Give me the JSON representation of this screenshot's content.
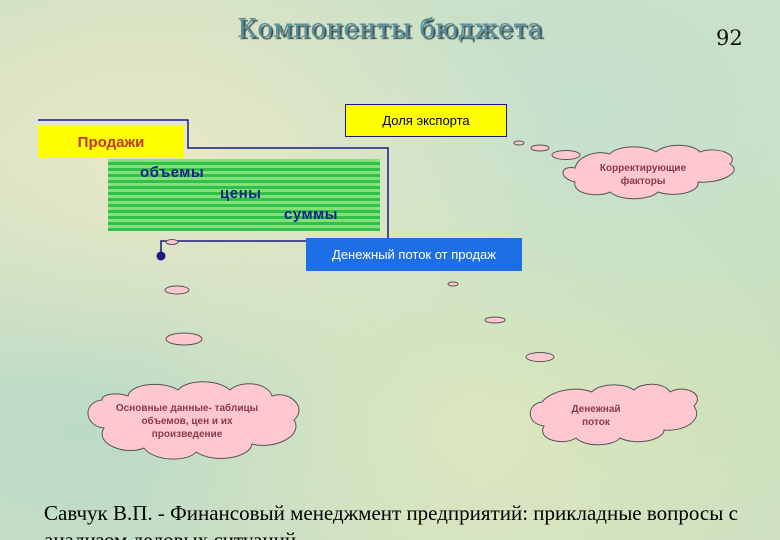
{
  "title": "Компоненты бюджета",
  "page_number": "92",
  "diagram": {
    "sales_label": "Продажи",
    "export_share_label": "Доля экспорта",
    "cash_flow_label": "Денежный поток от продаж",
    "striped_lines": [
      "объемы",
      "цены",
      "суммы"
    ],
    "clouds": {
      "correcting_factors": "Корректирующие факторы",
      "basic_data": "Основные данные- таблицы объемов, цен и их произведение",
      "cash_flow": "Денежнай поток"
    }
  },
  "colors": {
    "title": "#5a8f9c",
    "yellow_box": "#ffff00",
    "blue_box": "#1e6ee6",
    "cloud_fill": "#ffc8d0",
    "cloud_stroke": "#555555",
    "line_color": "#1a1a80"
  },
  "footer": "Савчук В.П. - Финансовый менеджмент предприятий: прикладные вопросы с анализом деловых ситуаций"
}
